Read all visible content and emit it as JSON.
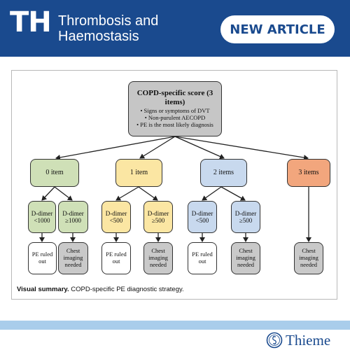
{
  "header": {
    "logo_text": "TH",
    "journal_line1": "Thrombosis and",
    "journal_line2": "Haemostasis",
    "badge": "NEW ARTICLE",
    "background": "#1a4a8e"
  },
  "diagram": {
    "top": {
      "title": "COPD-specific score (3 items)",
      "criteria": [
        "• Signs or symptoms of DVT",
        "• Non-purulent AECOPD",
        "• PE is the most likely diagnosis"
      ]
    },
    "branches": [
      {
        "label": "0 item",
        "color": "#cfe0b7",
        "dimer": [
          {
            "line1": "D-dimer",
            "line2": "<1000"
          },
          {
            "line1": "D-dimer",
            "line2": "≥1000"
          }
        ],
        "outcomes": [
          {
            "line1": "PE ruled",
            "line2": "out",
            "line3": ""
          },
          {
            "line1": "Chest",
            "line2": "imaging",
            "line3": "needed"
          }
        ]
      },
      {
        "label": "1 item",
        "color": "#fbe6a3",
        "dimer": [
          {
            "line1": "D-dimer",
            "line2": "<500"
          },
          {
            "line1": "D-dimer",
            "line2": "≥500"
          }
        ],
        "outcomes": [
          {
            "line1": "PE ruled",
            "line2": "out",
            "line3": ""
          },
          {
            "line1": "Chest",
            "line2": "imaging",
            "line3": "needed"
          }
        ]
      },
      {
        "label": "2 items",
        "color": "#c8d9ee",
        "dimer": [
          {
            "line1": "D-dimer",
            "line2": "<500"
          },
          {
            "line1": "D-dimer",
            "line2": "≥500"
          }
        ],
        "outcomes": [
          {
            "line1": "PE ruled",
            "line2": "out",
            "line3": ""
          },
          {
            "line1": "Chest",
            "line2": "imaging",
            "line3": "needed"
          }
        ]
      },
      {
        "label": "3 items",
        "color": "#f2a67d",
        "outcomes": [
          {
            "line1": "Chest",
            "line2": "imaging",
            "line3": "needed"
          }
        ]
      }
    ]
  },
  "caption": {
    "bold": "Visual summary.",
    "text": " COPD-specific PE diagnostic strategy."
  },
  "footer": {
    "brand": "Thieme",
    "band_color": "#a9cdeb"
  }
}
